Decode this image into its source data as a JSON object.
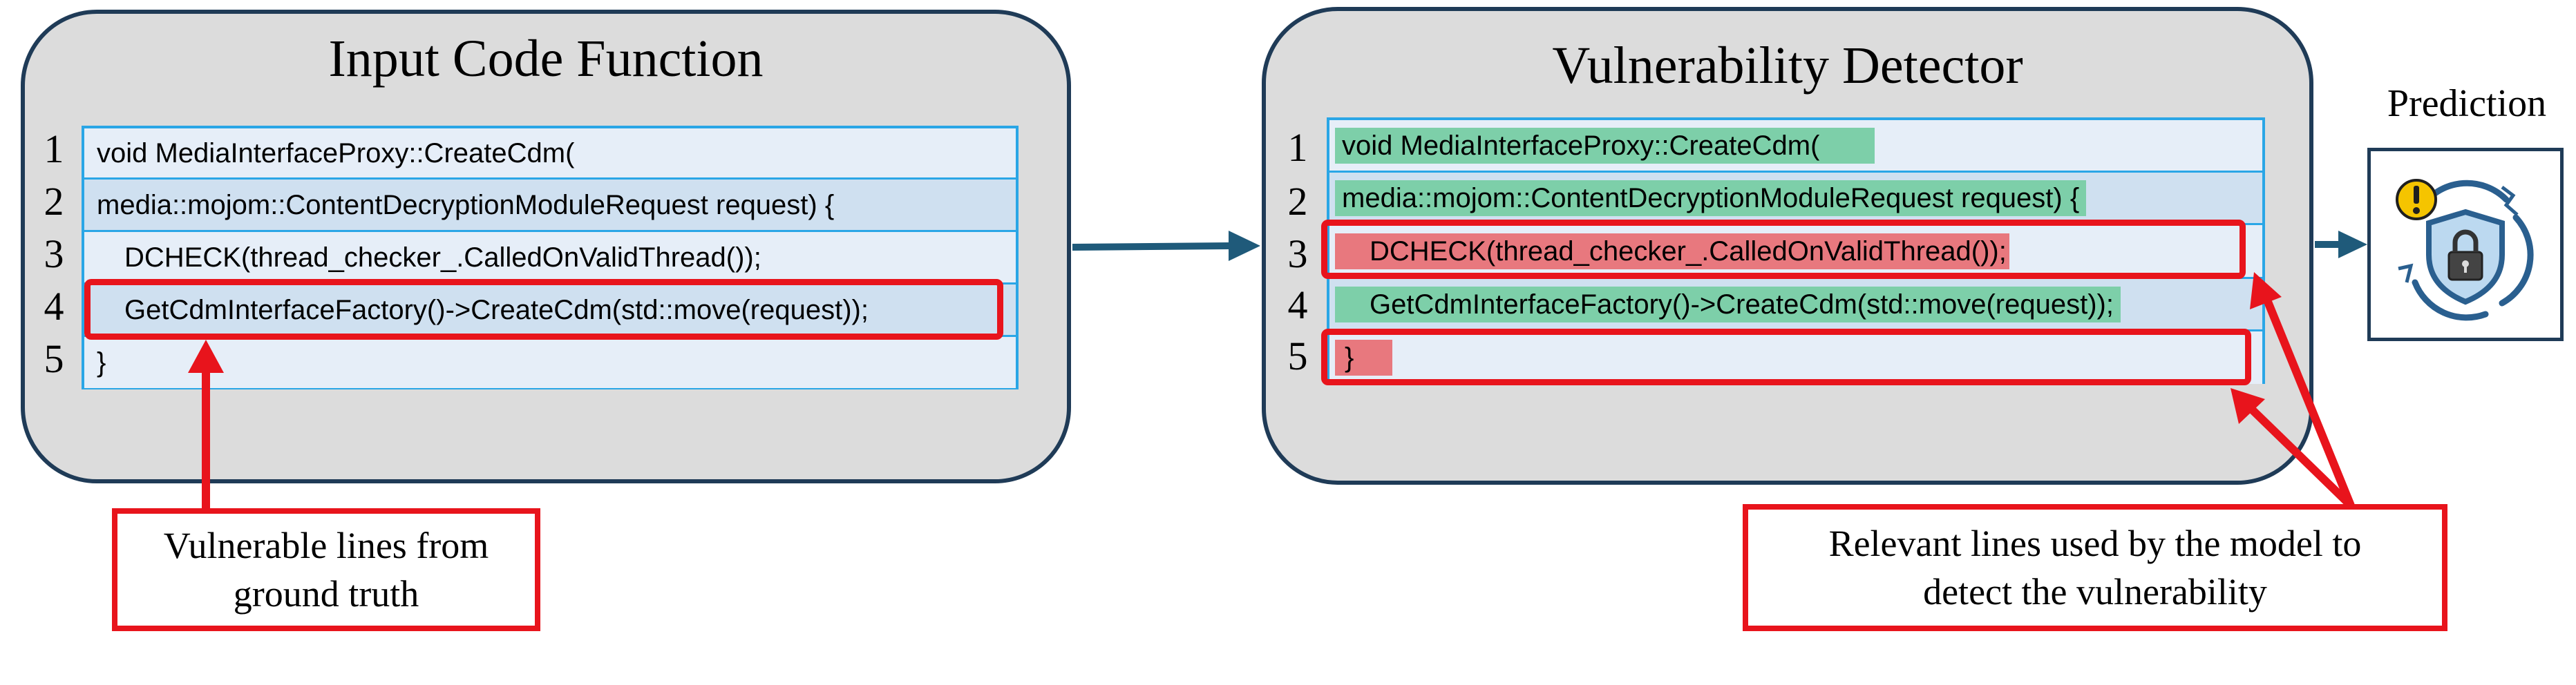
{
  "left_panel": {
    "title": "Input Code Function",
    "lines": [
      {
        "num": "1",
        "code": "void MediaInterfaceProxy::CreateCdm("
      },
      {
        "num": "2",
        "code": "media::mojom::ContentDecryptionModuleRequest request) {"
      },
      {
        "num": "3",
        "code": "DCHECK(thread_checker_.CalledOnValidThread());"
      },
      {
        "num": "4",
        "code": "GetCdmInterfaceFactory()->CreateCdm(std::move(request));"
      },
      {
        "num": "5",
        "code": "}"
      }
    ]
  },
  "right_panel": {
    "title": "Vulnerability Detector",
    "lines": [
      {
        "num": "1",
        "code": "void MediaInterfaceProxy::CreateCdm("
      },
      {
        "num": "2",
        "code": "media::mojom::ContentDecryptionModuleRequest request) {"
      },
      {
        "num": "3",
        "code": "DCHECK(thread_checker_.CalledOnValidThread());"
      },
      {
        "num": "4",
        "code": "GetCdmInterfaceFactory()->CreateCdm(std::move(request));"
      },
      {
        "num": "5",
        "code": "}"
      }
    ]
  },
  "prediction": {
    "label": "Prediction",
    "icon": "shield-lock-alert-icon"
  },
  "callouts": {
    "ground_truth": "Vulnerable lines from ground truth",
    "model_relevant": "Relevant lines used by the model to detect the vulnerability"
  },
  "colors": {
    "panel_border": "#1f3b57",
    "panel_fill": "#dcdcdc",
    "code_border": "#2aa6e6",
    "highlight_red": "#e8141c",
    "relevant_green": "#7dcfa9",
    "vulnerable_red": "#e8787e",
    "arrow": "#1f5a7a"
  }
}
